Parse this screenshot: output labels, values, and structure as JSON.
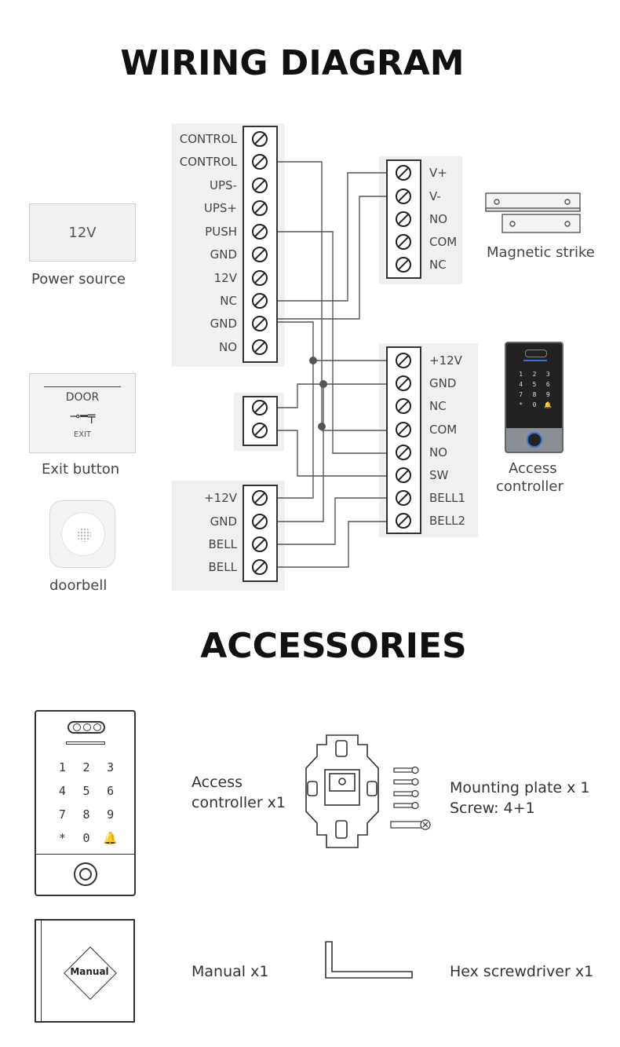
{
  "wiring": {
    "title": "WIRING DIAGRAM",
    "main_terminals": [
      "CONTROL",
      "CONTROL",
      "UPS-",
      "UPS+",
      "PUSH",
      "GND",
      "12V",
      "NC",
      "GND",
      "NO"
    ],
    "lock_terminals": [
      "V+",
      "V-",
      "NO",
      "COM",
      "NC"
    ],
    "controller_terminals": [
      "+12V",
      "GND",
      "NC",
      "COM",
      "NO",
      "SW",
      "BELL1",
      "BELL2"
    ],
    "doorbell_terminals": [
      "+12V",
      "GND",
      "BELL",
      "BELL"
    ],
    "power_source": {
      "box_label": "12V",
      "caption": "Power source"
    },
    "exit_button": {
      "top": "DOOR",
      "small": "EXIT",
      "caption": "Exit button"
    },
    "doorbell": {
      "caption": "doorbell"
    },
    "magnetic_strike": {
      "caption": "Magnetic strike"
    },
    "access_controller": {
      "caption_line1": "Access",
      "caption_line2": "controller",
      "keys": [
        "1",
        "2",
        "3",
        "4",
        "5",
        "6",
        "7",
        "8",
        "9",
        "*",
        "0",
        "🔔"
      ]
    }
  },
  "accessories": {
    "title": "ACCESSORIES",
    "controller_line1": "Access",
    "controller_line2": "controller x1",
    "mounting_line1": "Mounting plate x 1",
    "mounting_line2": "Screw: 4+1",
    "manual_label": "Manual",
    "manual_caption": "Manual x1",
    "screwdriver_caption": "Hex screwdriver x1",
    "device_keys": [
      "1",
      "2",
      "3",
      "4",
      "5",
      "6",
      "7",
      "8",
      "9",
      "*",
      "0",
      "🔔"
    ]
  },
  "colors": {
    "wire": "#555555",
    "panel": "#f0f0f0",
    "title": "#111111"
  }
}
